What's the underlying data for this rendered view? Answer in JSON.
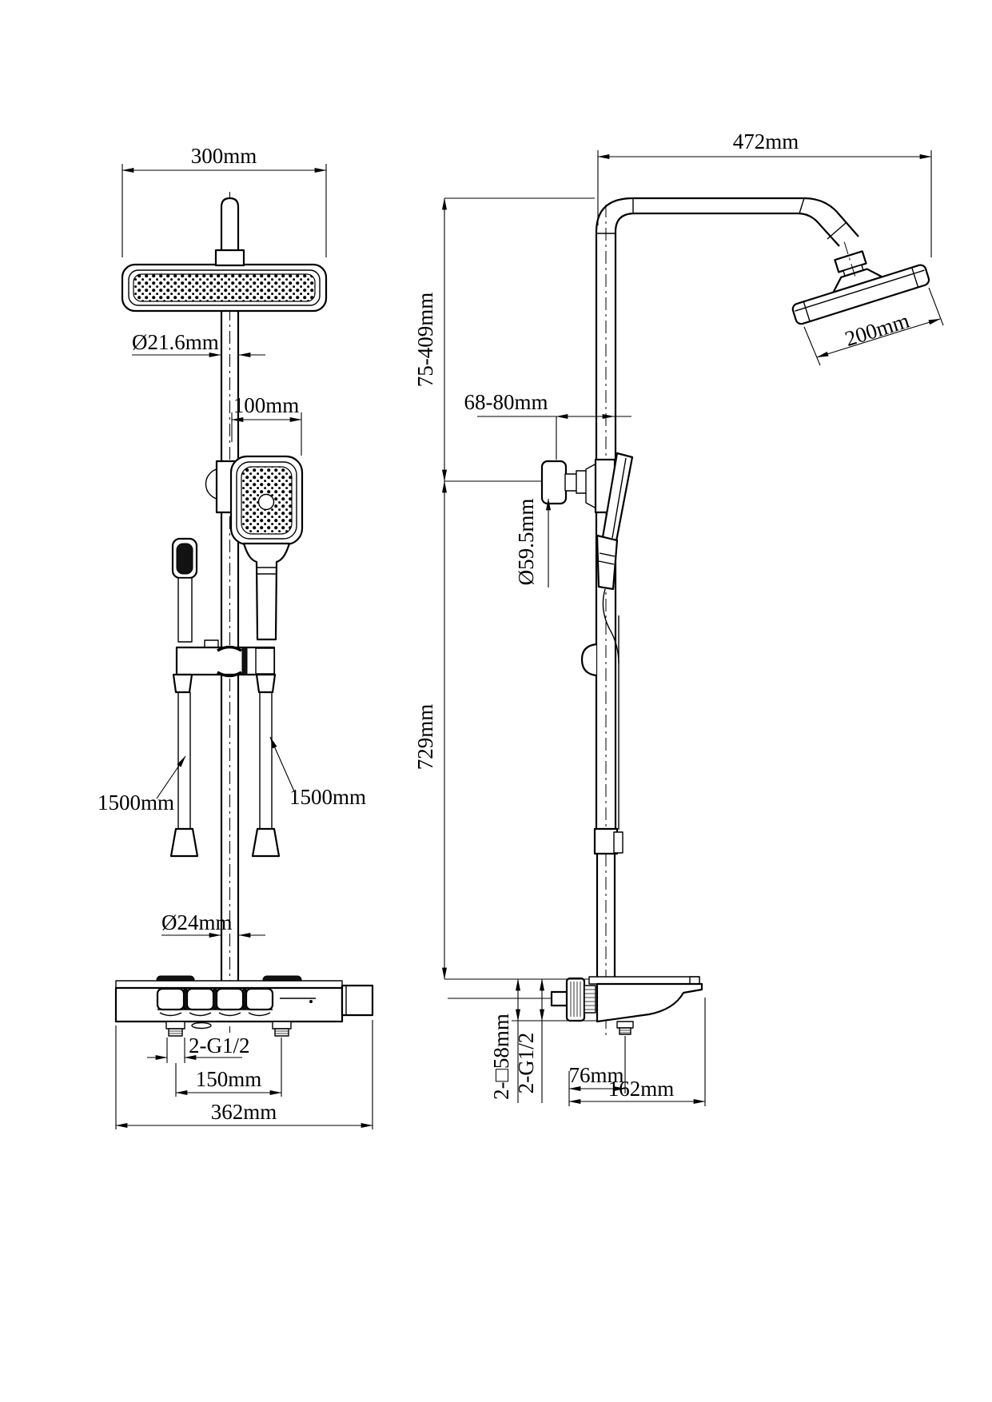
{
  "drawing": {
    "background": "#ffffff",
    "line_color": "#000000",
    "front": {
      "head_width": "300mm",
      "pipe_dia": "Ø21.6mm",
      "hand_offset": "100mm",
      "hose_left": "1500mm",
      "hose_right": "1500mm",
      "column_dia": "Ø24mm",
      "inlet_thread": "2-G1/2",
      "inlet_spacing": "150mm",
      "overall_width": "362mm"
    },
    "side": {
      "arm_reach": "472mm",
      "head_size": "200mm",
      "upper_range": "75-409mm",
      "bracket_range": "68-80mm",
      "bracket_dia": "Ø59.5mm",
      "column_height": "729mm",
      "trim_size": "2-□58mm",
      "outlet_thread": "2-G1/2",
      "outlet_offset": "76mm",
      "body_depth": "162mm"
    }
  }
}
